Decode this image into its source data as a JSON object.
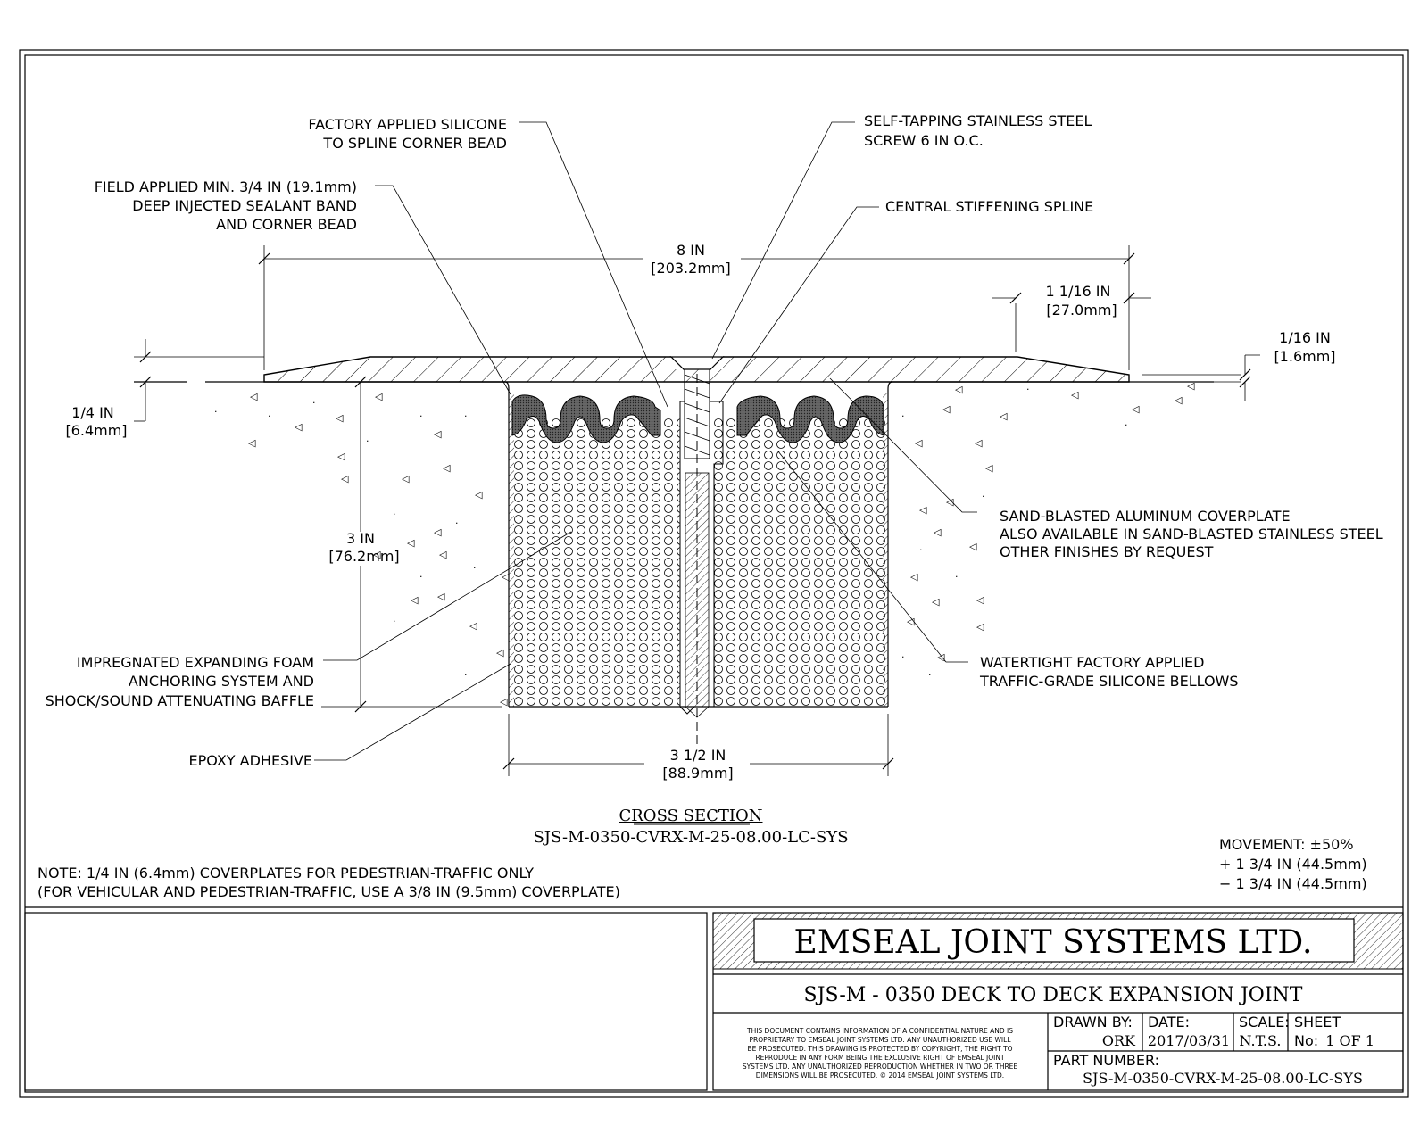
{
  "labels": {
    "factory_silicone_1": "FACTORY APPLIED SILICONE",
    "factory_silicone_2": "TO SPLINE CORNER BEAD",
    "screw_1": "SELF-TAPPING STAINLESS STEEL",
    "screw_2": "SCREW 6 IN O.C.",
    "field_sealant_1": "FIELD APPLIED MIN. 3/4 IN (19.1mm)",
    "field_sealant_2": "DEEP INJECTED SEALANT BAND",
    "field_sealant_3": "AND CORNER BEAD",
    "spline": "CENTRAL STIFFENING SPLINE",
    "coverplate_1": "SAND-BLASTED ALUMINUM COVERPLATE",
    "coverplate_2": "ALSO AVAILABLE IN SAND-BLASTED STAINLESS STEEL",
    "coverplate_3": "OTHER FINISHES BY REQUEST",
    "foam_1": "IMPREGNATED EXPANDING FOAM",
    "foam_2": "ANCHORING SYSTEM AND",
    "foam_3": "SHOCK/SOUND ATTENUATING BAFFLE",
    "bellows_1": "WATERTIGHT FACTORY APPLIED",
    "bellows_2": "TRAFFIC-GRADE SILICONE BELLOWS",
    "epoxy": "EPOXY ADHESIVE"
  },
  "dimensions": {
    "width_in": "8 IN",
    "width_mm": "[203.2mm]",
    "edge_in": "1 1/16 IN",
    "edge_mm": "[27.0mm]",
    "plate_in": "1/16 IN",
    "plate_mm": "[1.6mm]",
    "thick_in": "1/4 IN",
    "thick_mm": "[6.4mm]",
    "depth_in": "3 IN",
    "depth_mm": "[76.2mm]",
    "gap_in": "3 1/2 IN",
    "gap_mm": "[88.9mm]"
  },
  "section": {
    "title": "CROSS SECTION",
    "part": "SJS-M-0350-CVRX-M-25-08.00-LC-SYS"
  },
  "movement": {
    "line1": "MOVEMENT: ±50%",
    "line2": "+ 1 3/4 IN (44.5mm)",
    "line3": "− 1 3/4 IN (44.5mm)"
  },
  "note": {
    "line1": "NOTE: 1/4 IN (6.4mm) COVERPLATES FOR PEDESTRIAN-TRAFFIC ONLY",
    "line2": "(FOR VEHICULAR AND PEDESTRIAN-TRAFFIC, USE A 3/8 IN (9.5mm) COVERPLATE)"
  },
  "title_block": {
    "company": "EMSEAL JOINT SYSTEMS LTD.",
    "drawing_title": "SJS-M - 0350 DECK TO DECK EXPANSION JOINT",
    "confidential": [
      "THIS DOCUMENT CONTAINS INFORMATION OF A CONFIDENTIAL NATURE AND IS",
      "PROPRIETARY TO EMSEAL JOINT SYSTEMS LTD. ANY UNAUTHORIZED USE WILL",
      "BE PROSECUTED. THIS DRAWING IS PROTECTED BY COPYRIGHT, THE RIGHT TO",
      "REPRODUCE IN ANY FORM BEING THE EXCLUSIVE RIGHT OF EMSEAL JOINT",
      "SYSTEMS LTD. ANY UNAUTHORIZED REPRODUCTION WHETHER IN TWO OR THREE",
      "DIMENSIONS WILL BE PROSECUTED. © 2014 EMSEAL JOINT SYSTEMS LTD."
    ],
    "drawn_by_label": "DRAWN BY:",
    "drawn_by": "ORK",
    "date_label": "DATE:",
    "date": "2017/03/31",
    "scale_label": "SCALE:",
    "scale": "N.T.S.",
    "sheet_label": "SHEET",
    "sheet_no_label": "No:",
    "sheet_no": "1 OF 1",
    "part_number_label": "PART NUMBER:",
    "part_number": "SJS-M-0350-CVRX-M-25-08.00-LC-SYS"
  }
}
